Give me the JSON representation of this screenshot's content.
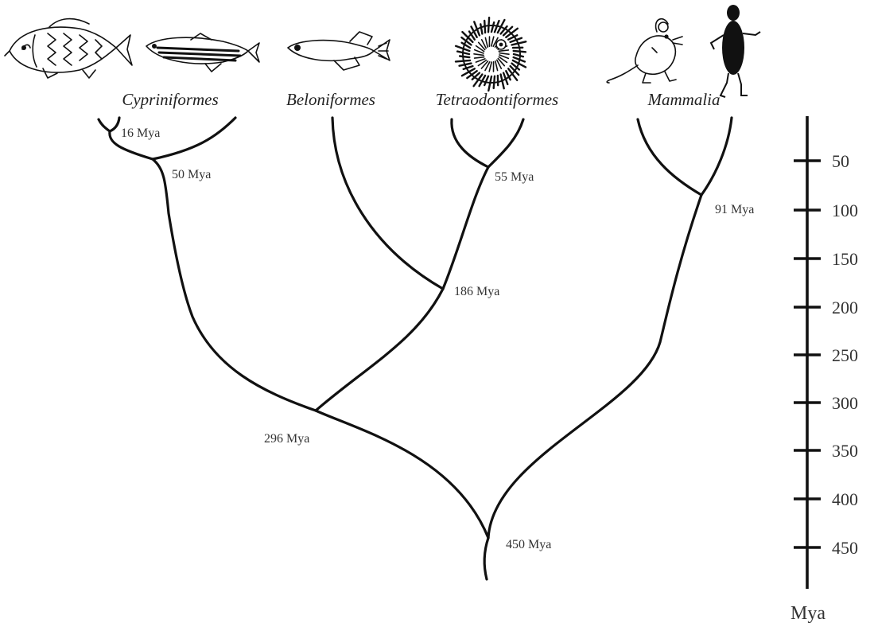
{
  "taxa": [
    {
      "label": "Cypriniformes"
    },
    {
      "label": "Beloniformes"
    },
    {
      "label": "Tetraodontiformes"
    },
    {
      "label": "Mammalia"
    }
  ],
  "nodes": [
    {
      "label": "16 Mya"
    },
    {
      "label": "50 Mya"
    },
    {
      "label": "55 Mya"
    },
    {
      "label": "91 Mya"
    },
    {
      "label": "186 Mya"
    },
    {
      "label": "296 Mya"
    },
    {
      "label": "450 Mya"
    }
  ],
  "scale": {
    "unit": "Mya",
    "ticks": [
      "50",
      "100",
      "150",
      "200",
      "250",
      "300",
      "350",
      "400",
      "450"
    ]
  },
  "illustrations": [
    {
      "icon": "carp-icon"
    },
    {
      "icon": "zebrafish-icon"
    },
    {
      "icon": "medaka-icon"
    },
    {
      "icon": "pufferfish-icon"
    },
    {
      "icon": "mouse-icon"
    },
    {
      "icon": "human-icon"
    }
  ]
}
